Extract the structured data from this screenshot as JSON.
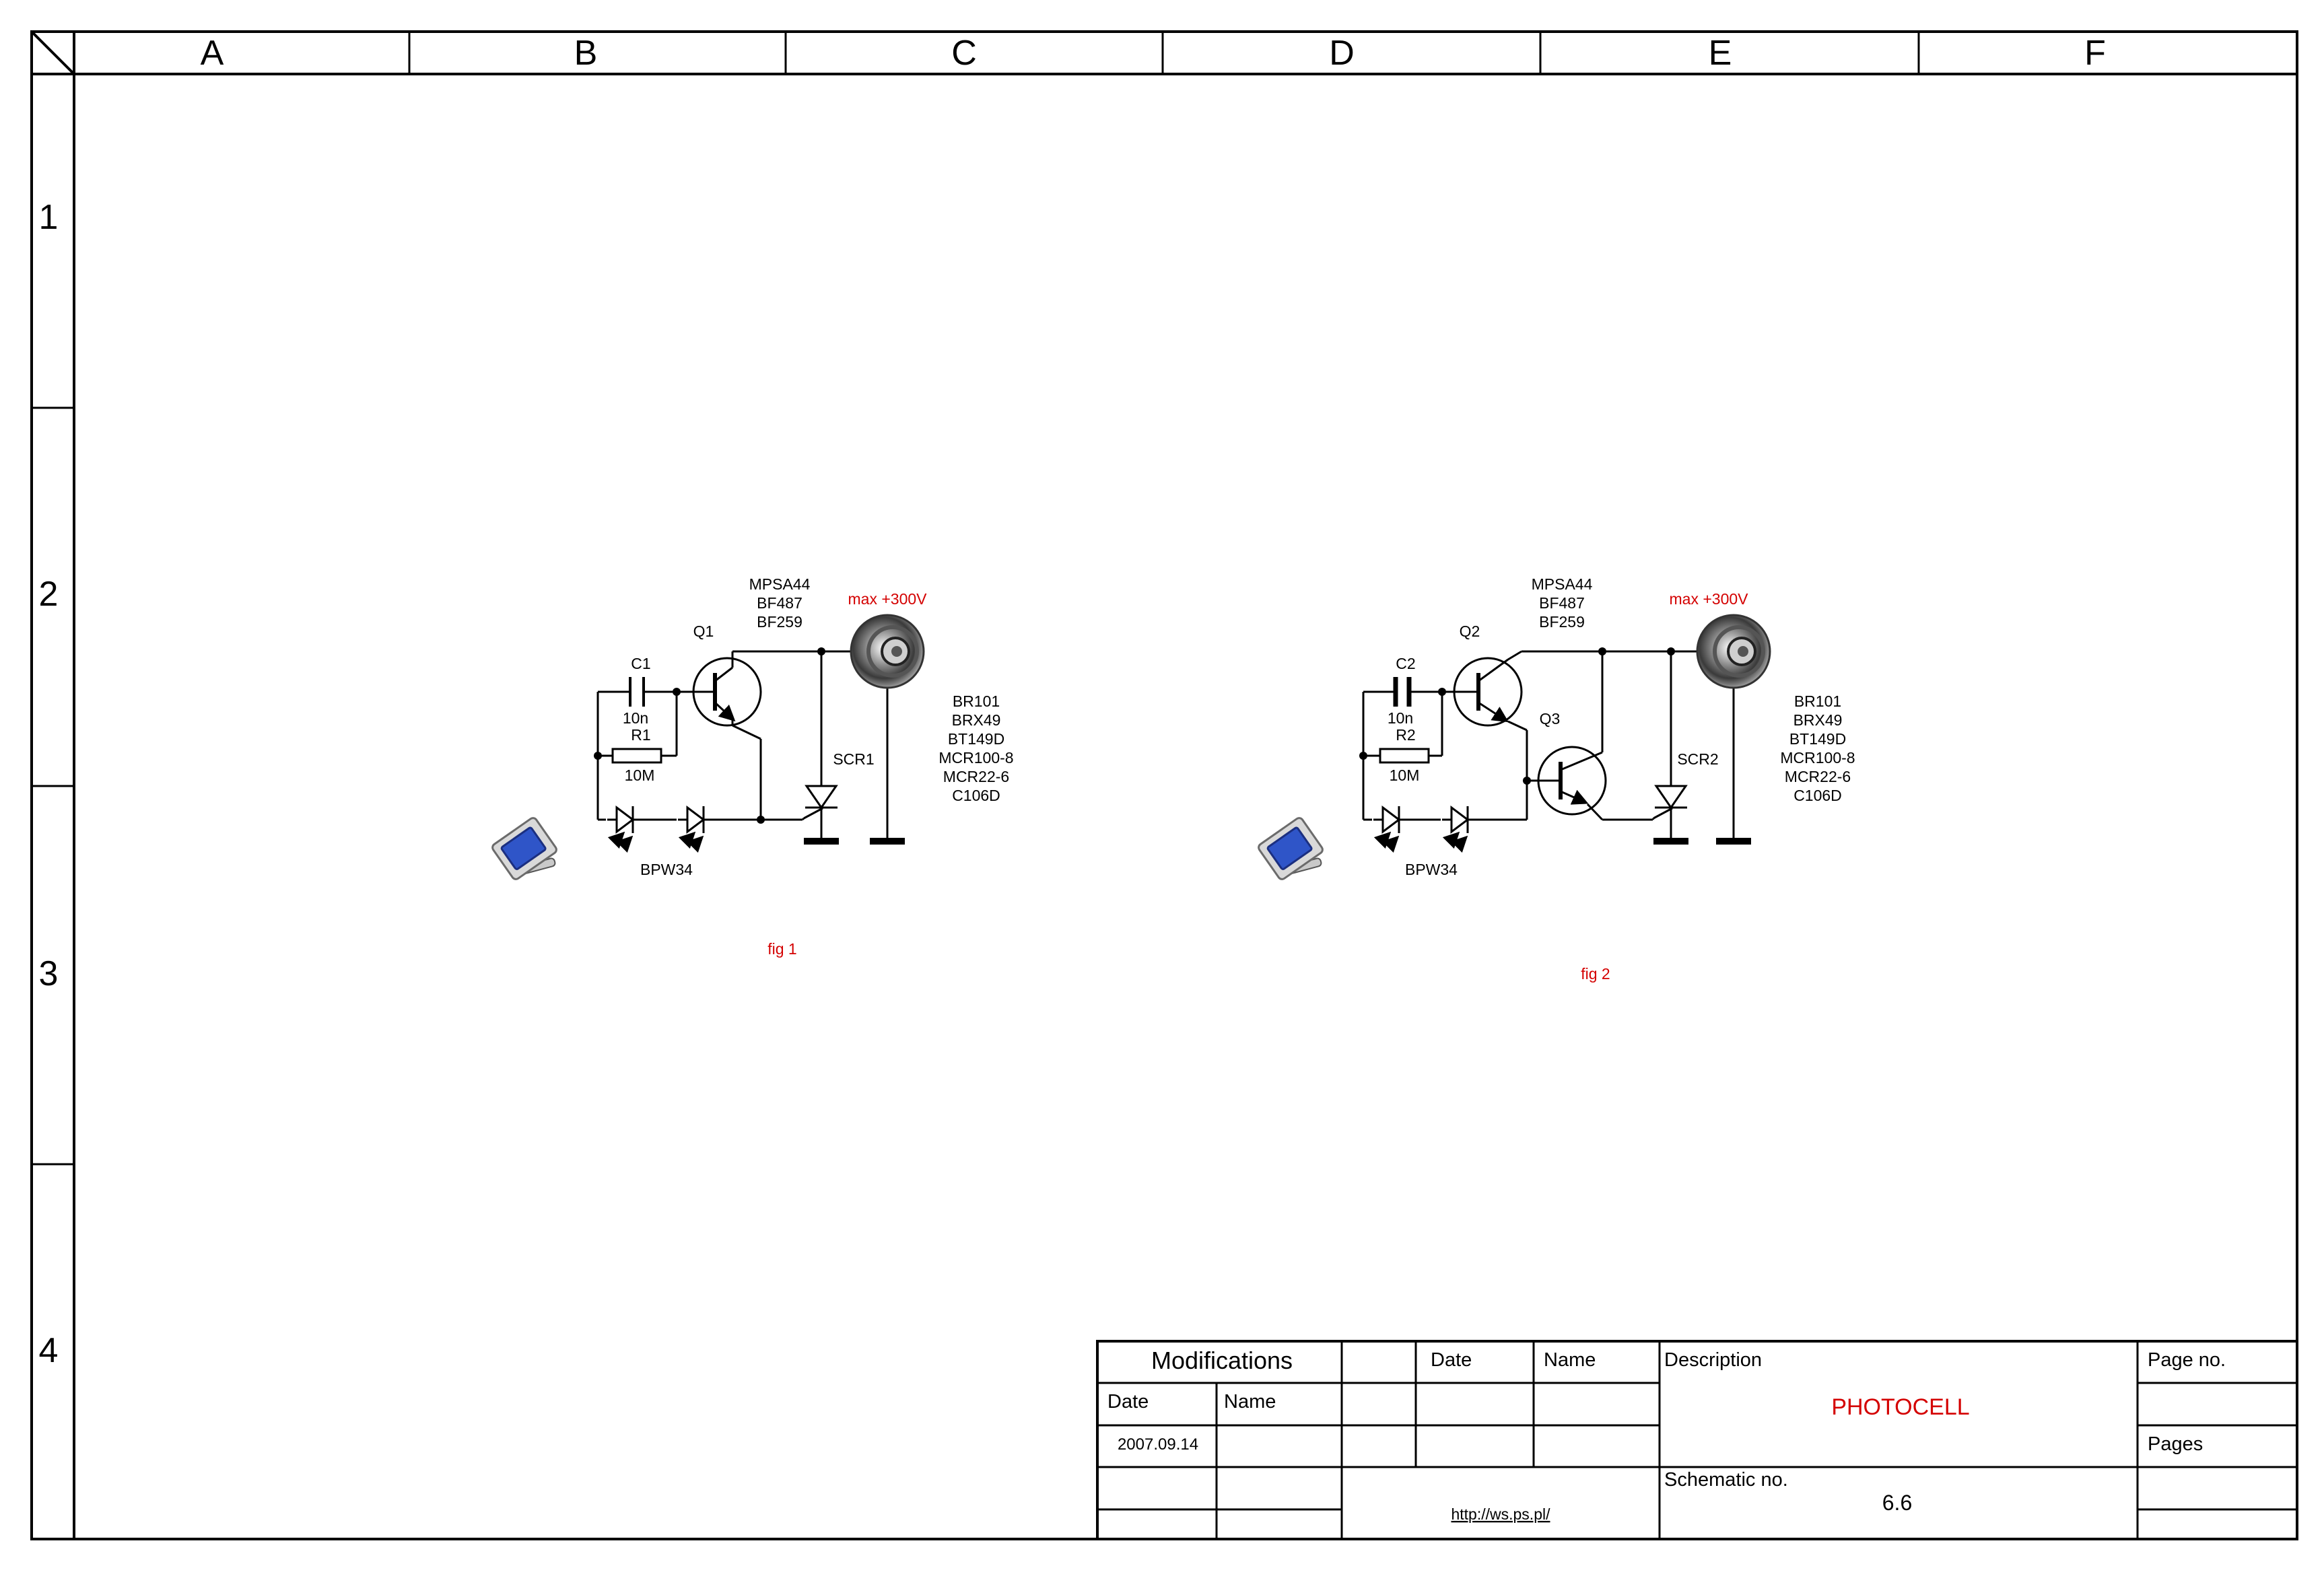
{
  "columns": [
    "A",
    "B",
    "C",
    "D",
    "E",
    "F"
  ],
  "rows": [
    "1",
    "2",
    "3",
    "4"
  ],
  "fig1": {
    "transistor_types": [
      "MPSA44",
      "BF487",
      "BF259"
    ],
    "voltage": "max +300V",
    "q1": "Q1",
    "c1": "C1",
    "c1_value": "10n",
    "r1": "R1",
    "r1_value": "10M",
    "scr": "SCR1",
    "scr_types": [
      "BR101",
      "BRX49",
      "BT149D",
      "MCR100-8",
      "MCR22-6",
      "C106D"
    ],
    "photodiode": "BPW34",
    "caption": "fig 1"
  },
  "fig2": {
    "transistor_types": [
      "MPSA44",
      "BF487",
      "BF259"
    ],
    "voltage": "max +300V",
    "q2": "Q2",
    "q3": "Q3",
    "c2": "C2",
    "c2_value": "10n",
    "r2": "R2",
    "r2_value": "10M",
    "scr": "SCR2",
    "scr_types": [
      "BR101",
      "BRX49",
      "BT149D",
      "MCR100-8",
      "MCR22-6",
      "C106D"
    ],
    "photodiode": "BPW34",
    "caption": "fig 2"
  },
  "title_block": {
    "modifications": "Modifications",
    "date_header": "Date",
    "name_header": "Name",
    "date_header2": "Date",
    "name_header2": "Name",
    "mod_date": "2007.09.14",
    "description_label": "Description",
    "title": "PHOTOCELL",
    "page_no_label": "Page no.",
    "pages_label": "Pages",
    "schematic_no_label": "Schematic no.",
    "schematic_no": "6.6",
    "url": "http://ws.ps.pl/"
  },
  "colors": {
    "accent": "#d40000",
    "line": "#000000",
    "photodiode_blue": "#2f55c8"
  }
}
